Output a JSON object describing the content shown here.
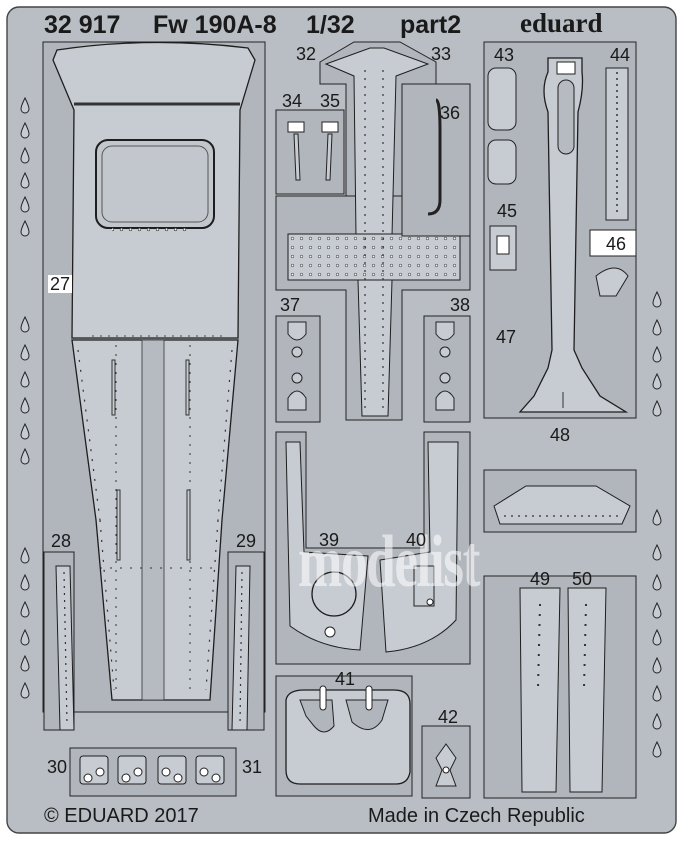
{
  "header": {
    "set_number": "32 917",
    "model": "Fw 190A-8",
    "scale": "1/32",
    "part": "part2",
    "brand": "eduard"
  },
  "part_numbers": [
    "27",
    "28",
    "29",
    "30",
    "31",
    "32",
    "33",
    "34",
    "35",
    "36",
    "37",
    "38",
    "39",
    "40",
    "41",
    "42",
    "43",
    "44",
    "45",
    "46",
    "47",
    "48",
    "49",
    "50"
  ],
  "footer": {
    "copyright": "© EDUARD 2017",
    "origin": "Made in Czech Republic"
  },
  "watermark": "modelist",
  "colors": {
    "fret": "#b9bec4",
    "part": "#c6cbd1",
    "outline": "#1e1e1e",
    "background": "#ffffff"
  }
}
